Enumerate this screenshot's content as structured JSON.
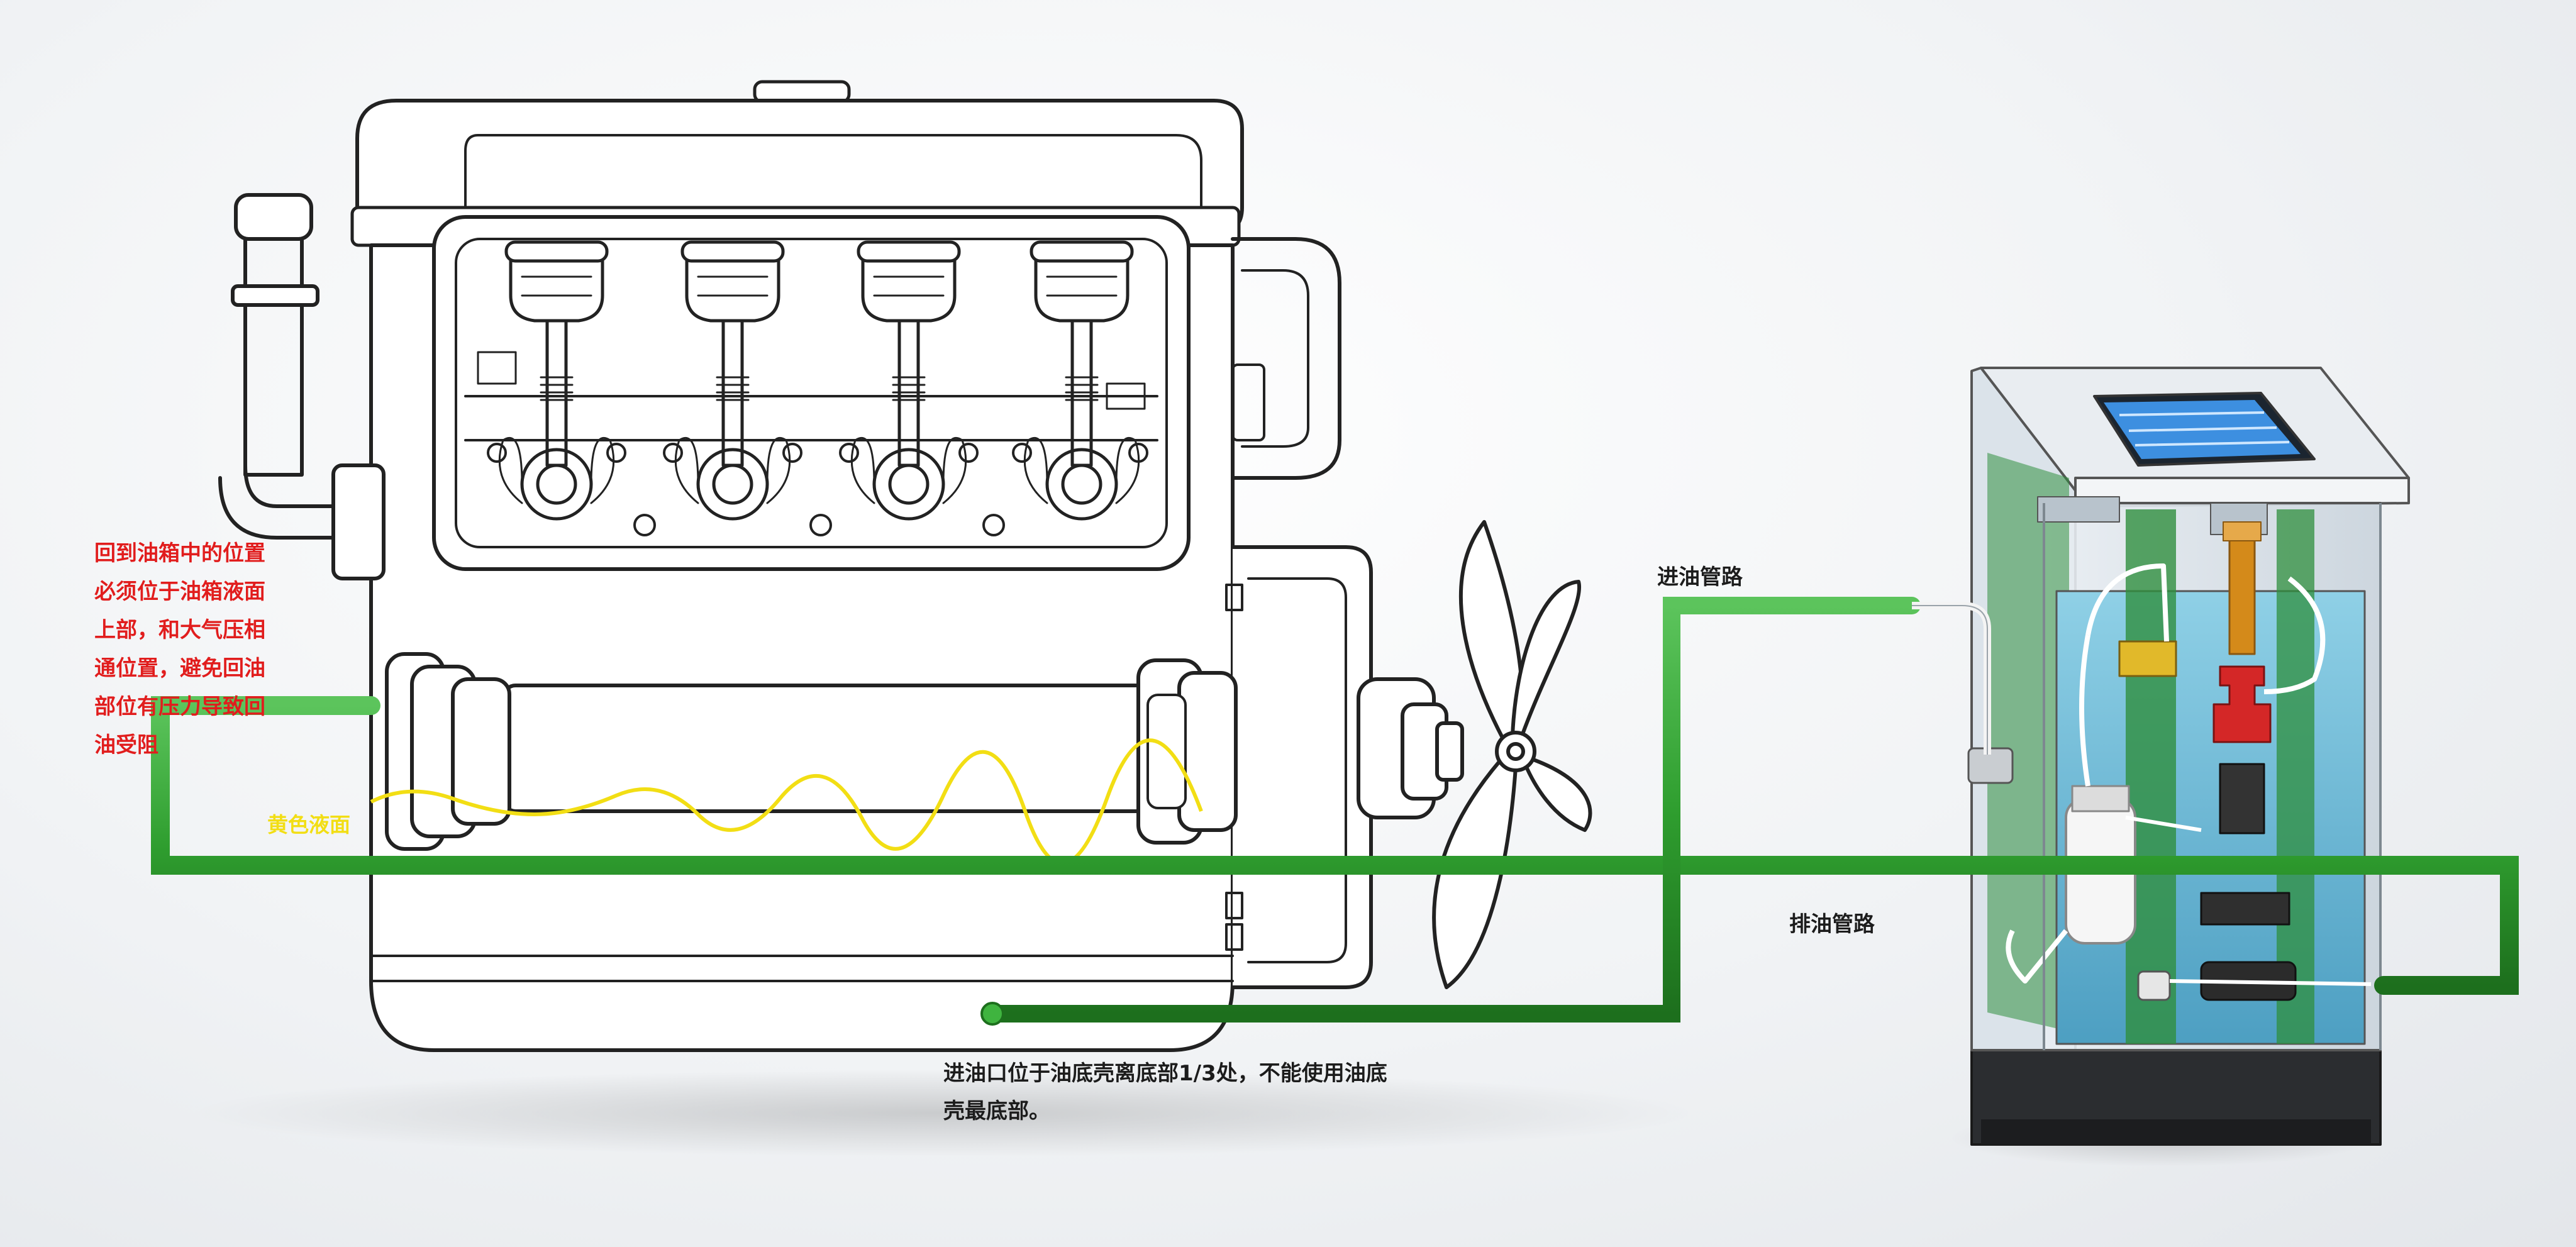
{
  "labels": {
    "return_note": [
      "回到油箱中的位置",
      "必须位于油箱液面",
      "上部，和大气压相",
      "通位置，避免回油",
      "部位有压力导致回",
      "油受阻"
    ],
    "yellow_level": "黄色液面",
    "inlet_pipe": "进油管路",
    "outlet_pipe": "排油管路",
    "inlet_note": [
      "进油口位于油底壳离底部1/3处，不能使用油底",
      "壳最底部。"
    ]
  },
  "colors": {
    "pipe_green": "#2f9e2f",
    "oil_level_yellow": "#f2de14",
    "note_red": "#e11d1d",
    "text_dark": "#1c1c1c",
    "engine_outline": "#222222"
  },
  "icons": {
    "engine": "engine-outline-icon",
    "fan": "fan-icon",
    "control_cabinet": "control-cabinet-icon",
    "touchscreen": "touchscreen-icon"
  }
}
